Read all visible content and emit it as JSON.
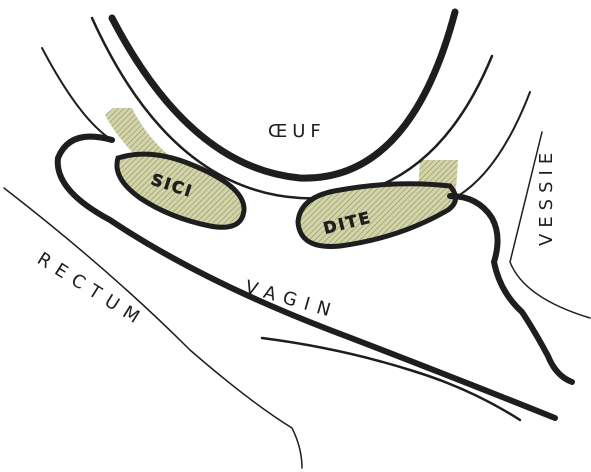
{
  "labels": {
    "oeuf": "ŒUF",
    "sici": "SICI",
    "dite": "DITE",
    "vagin": "VAGIN",
    "rectum": "RECTUM",
    "vessie": "VESSIE"
  },
  "colors": {
    "ink": "#1e1e1e",
    "hatch_fill": "#cfd0a3",
    "hatch_line": "#8e8f6a",
    "paper": "#ffffff"
  }
}
